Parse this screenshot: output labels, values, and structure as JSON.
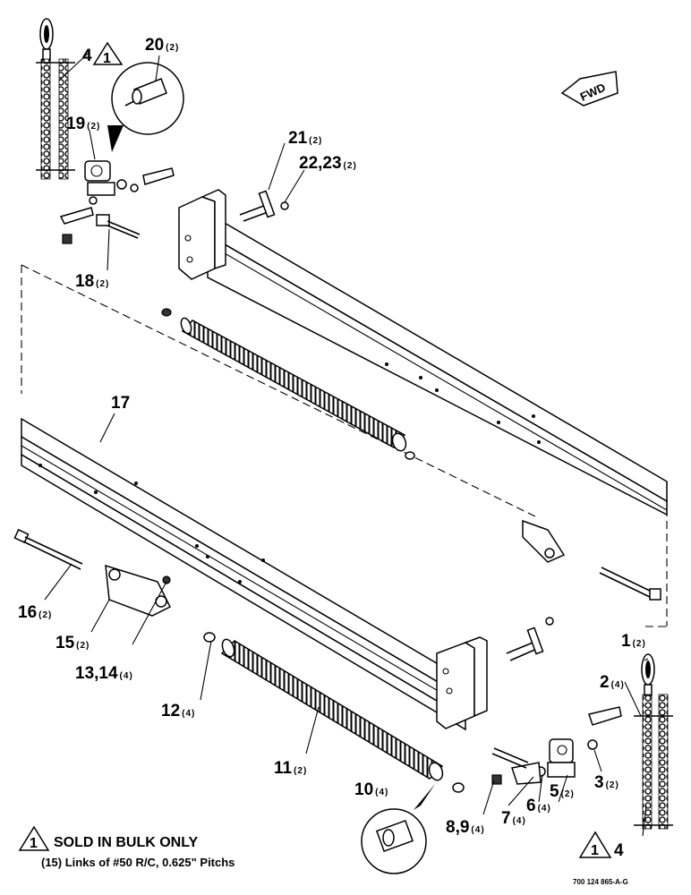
{
  "callouts": {
    "c20": {
      "num": "20",
      "qty": "(2)"
    },
    "c4top": {
      "num": "4"
    },
    "c19": {
      "num": "19",
      "qty": "(2)"
    },
    "c21": {
      "num": "21",
      "qty": "(2)"
    },
    "c2223": {
      "num": "22,23",
      "qty": "(2)"
    },
    "c18": {
      "num": "18",
      "qty": "(2)"
    },
    "c17": {
      "num": "17"
    },
    "c16": {
      "num": "16",
      "qty": "(2)"
    },
    "c15": {
      "num": "15",
      "qty": "(2)"
    },
    "c1314": {
      "num": "13,14",
      "qty": "(4)"
    },
    "c12": {
      "num": "12",
      "qty": "(4)"
    },
    "c11": {
      "num": "11",
      "qty": "(2)"
    },
    "c10": {
      "num": "10",
      "qty": "(4)"
    },
    "c89": {
      "num": "8,9",
      "qty": "(4)"
    },
    "c7": {
      "num": "7",
      "qty": "(4)"
    },
    "c6": {
      "num": "6",
      "qty": "(4)"
    },
    "c5": {
      "num": "5",
      "qty": "(2)"
    },
    "c3": {
      "num": "3",
      "qty": "(2)"
    },
    "c2": {
      "num": "2",
      "qty": "(4)"
    },
    "c1": {
      "num": "1",
      "qty": "(2)"
    },
    "c4bot": {
      "num": "4"
    }
  },
  "warning_symbol_label": "1",
  "fwd_label": "FWD",
  "note": {
    "line1": "SOLD IN BULK ONLY",
    "line2": "(15) Links of #50 R/C, 0.625\" Pitchs"
  },
  "drawing_number": "700 124 865-A-G"
}
